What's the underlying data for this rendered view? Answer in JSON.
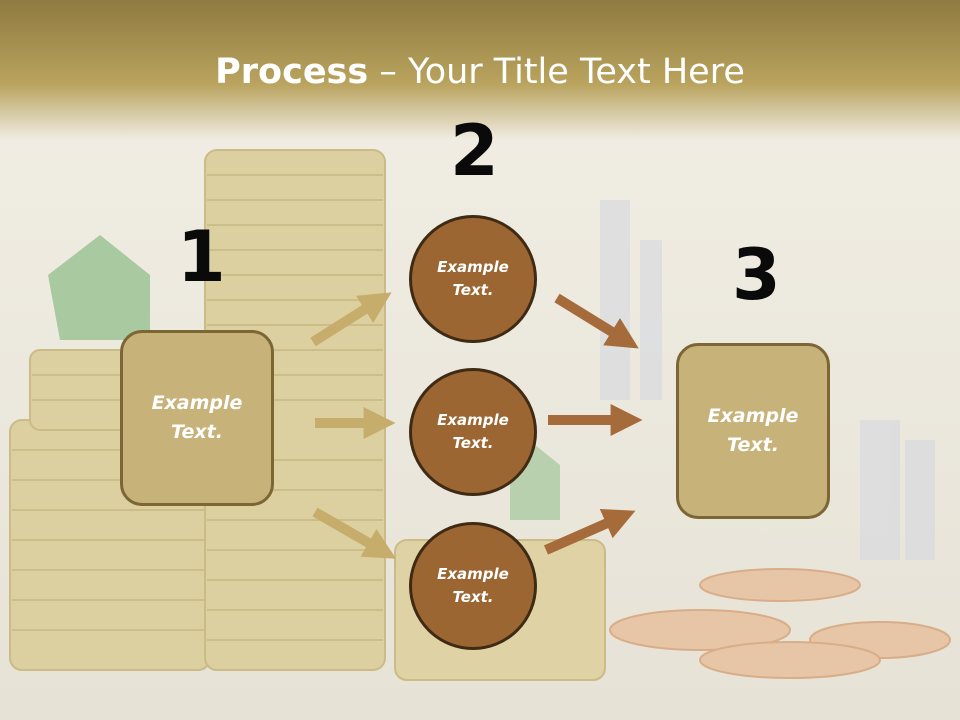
{
  "title": {
    "bold": "Process",
    "rest": " – Your Title Text Here"
  },
  "steps": [
    {
      "number": "1",
      "label": "Example Text."
    },
    {
      "number": "2",
      "labels": [
        "Example Text.",
        "Example Text.",
        "Example Text."
      ]
    },
    {
      "number": "3",
      "label": "Example Text."
    }
  ],
  "colors": {
    "box_fill": "#c7b27a",
    "circle_fill": "#9c6633",
    "left_arrow": "#c6ad6c",
    "right_arrow": "#a66b3a"
  }
}
